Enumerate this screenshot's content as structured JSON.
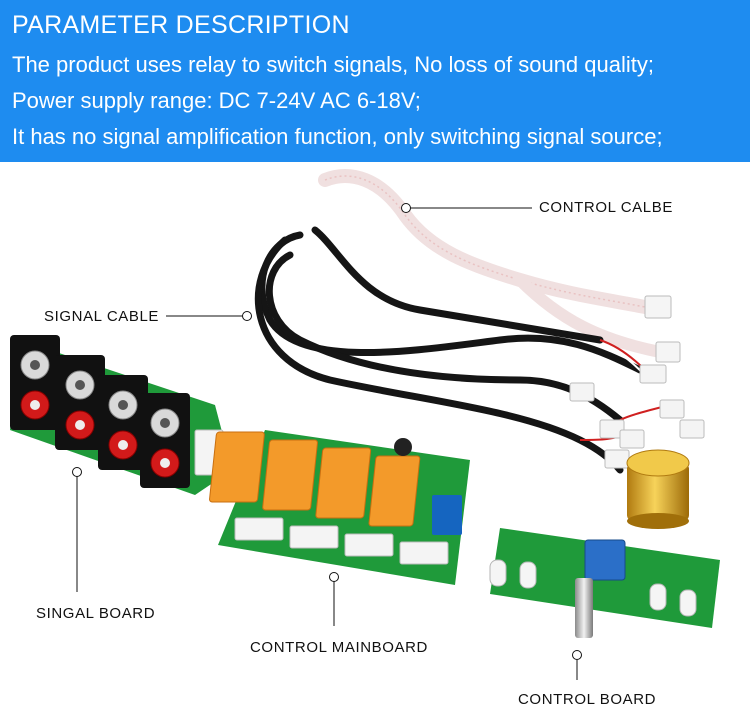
{
  "banner": {
    "title": "PARAMETER DESCRIPTION",
    "lines": [
      "The product uses relay to switch signals, No loss of sound quality;",
      "Power supply range: DC 7-24V AC 6-18V;",
      "It has no signal amplification function, only switching signal source;"
    ]
  },
  "callouts": {
    "control_cable": "CONTROL CALBE",
    "signal_cable": "SIGNAL CABLE",
    "signal_board": "SINGAL BOARD",
    "control_mainboard": "CONTROL MAINBOARD",
    "control_board": "CONTROL BOARD"
  },
  "colors": {
    "banner": "#1e8cf0",
    "pcb_green": "#1f9a3a",
    "relay_orange": "#f39a2a",
    "knob_gold": "#e8b630",
    "terminal_blue": "#1565c0"
  },
  "icons": [
    "rca-jack-icon",
    "relay-icon",
    "rotary-encoder-icon",
    "led-icon",
    "knob-icon",
    "connector-icon"
  ]
}
